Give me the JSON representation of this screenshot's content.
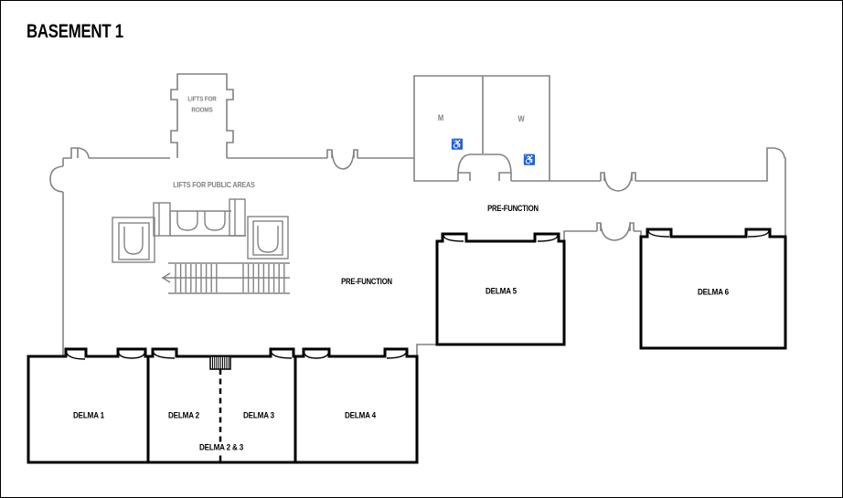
{
  "title": "BASEMENT 1",
  "colors": {
    "main_walls": "#000000",
    "secondary_walls": "#828282",
    "background": "#ffffff",
    "text_primary": "#000000",
    "text_secondary": "#828282"
  },
  "labels": {
    "lifts_for_rooms": [
      "LIFTS FOR",
      "ROOMS"
    ],
    "lifts_for_public_areas": "LIFTS FOR PUBLIC AREAS",
    "prefunction_upper": "PRE-FUNCTION",
    "prefunction_lower": "PRE-FUNCTION",
    "restroom_men": "M",
    "restroom_women": "W"
  },
  "icons": {
    "wheelchair": "♿"
  },
  "rooms": {
    "delma1": "DELMA 1",
    "delma2": "DELMA 2",
    "delma3": "DELMA 3",
    "delma4": "DELMA 4",
    "delma5": "DELMA 5",
    "delma6": "DELMA 6",
    "delma23_combined": "DELMA 2 & 3"
  }
}
